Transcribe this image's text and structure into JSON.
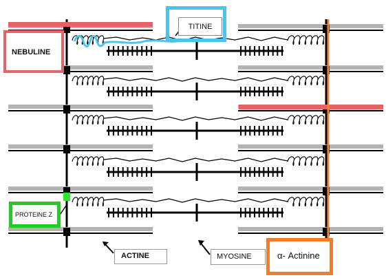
{
  "labels": {
    "titine": "TITINE",
    "nebuline": "NEBULINE",
    "proteine_z": "PROTEINE Z",
    "actine": "ACTINE",
    "myosine": "MYOSINE",
    "alpha_actinine": "α- Actinine"
  },
  "colors": {
    "titine_box": "#4cc3ea",
    "titine_line": "#4cc3ea",
    "nebuline_box": "#e8626a",
    "nebuline_fill": "#f4a3a6",
    "nebuline_line": "#ea5f66",
    "proteine_z_box": "#22cc22",
    "proteine_z_marker": "#2ee82e",
    "alpha_actinine_box": "#f07e2e",
    "alpha_actinine_line": "#f2863a",
    "structure": "#000000",
    "grey_filament": "#b3b3b3"
  },
  "icons": {
    "pointer_arrow": "arrow-icon",
    "spring": "coil-icon"
  }
}
